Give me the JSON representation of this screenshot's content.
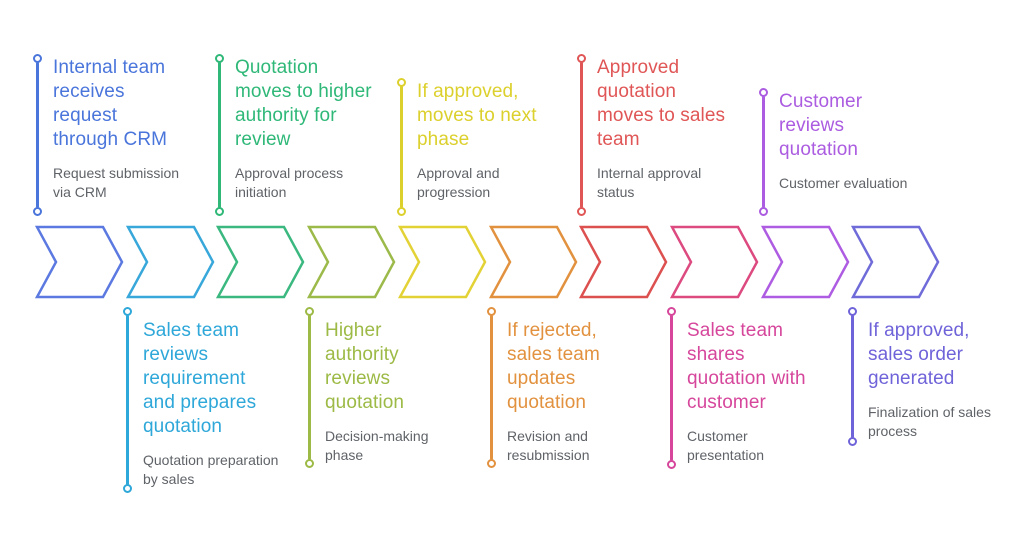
{
  "diagram": {
    "background": "#ffffff",
    "subtitle_color": "#5f6368"
  },
  "milestones_top": [
    {
      "title": "Internal team receives request through CRM",
      "subtitle": "Request submission via CRM",
      "color": "#4a75db"
    },
    {
      "title": "Quotation moves to higher authority for review",
      "subtitle": "Approval process initiation",
      "color": "#2fb878"
    },
    {
      "title": "If approved, moves to next phase",
      "subtitle": "Approval and progression",
      "color": "#dcd02d"
    },
    {
      "title": "Approved quotation moves to sales team",
      "subtitle": "Internal approval status",
      "color": "#e05656"
    },
    {
      "title": "Customer reviews quotation",
      "subtitle": "Customer evaluation",
      "color": "#ab5ce0"
    }
  ],
  "milestones_bottom": [
    {
      "title": "Sales team reviews requirement and prepares quotation",
      "subtitle": "Quotation preparation by sales",
      "color": "#2ea7d9"
    },
    {
      "title": "Higher authority reviews quotation",
      "subtitle": "Decision-making phase",
      "color": "#9cba45"
    },
    {
      "title": "If rejected, sales team updates quotation",
      "subtitle": "Revision and resubmission",
      "color": "#e2923f"
    },
    {
      "title": "Sales team shares quotation with customer",
      "subtitle": "Customer presentation",
      "color": "#d6479c"
    },
    {
      "title": "If approved, sales order generated",
      "subtitle": "Finalization of sales process",
      "color": "#6f63d9"
    }
  ],
  "chevrons": [
    {
      "color": "#5b79e0"
    },
    {
      "color": "#38a7da"
    },
    {
      "color": "#3ab87f"
    },
    {
      "color": "#9cba4a"
    },
    {
      "color": "#e3d236"
    },
    {
      "color": "#e2923f"
    },
    {
      "color": "#dd5050"
    },
    {
      "color": "#dc4a80"
    },
    {
      "color": "#ae5ce2"
    },
    {
      "color": "#6f6cd9"
    }
  ]
}
